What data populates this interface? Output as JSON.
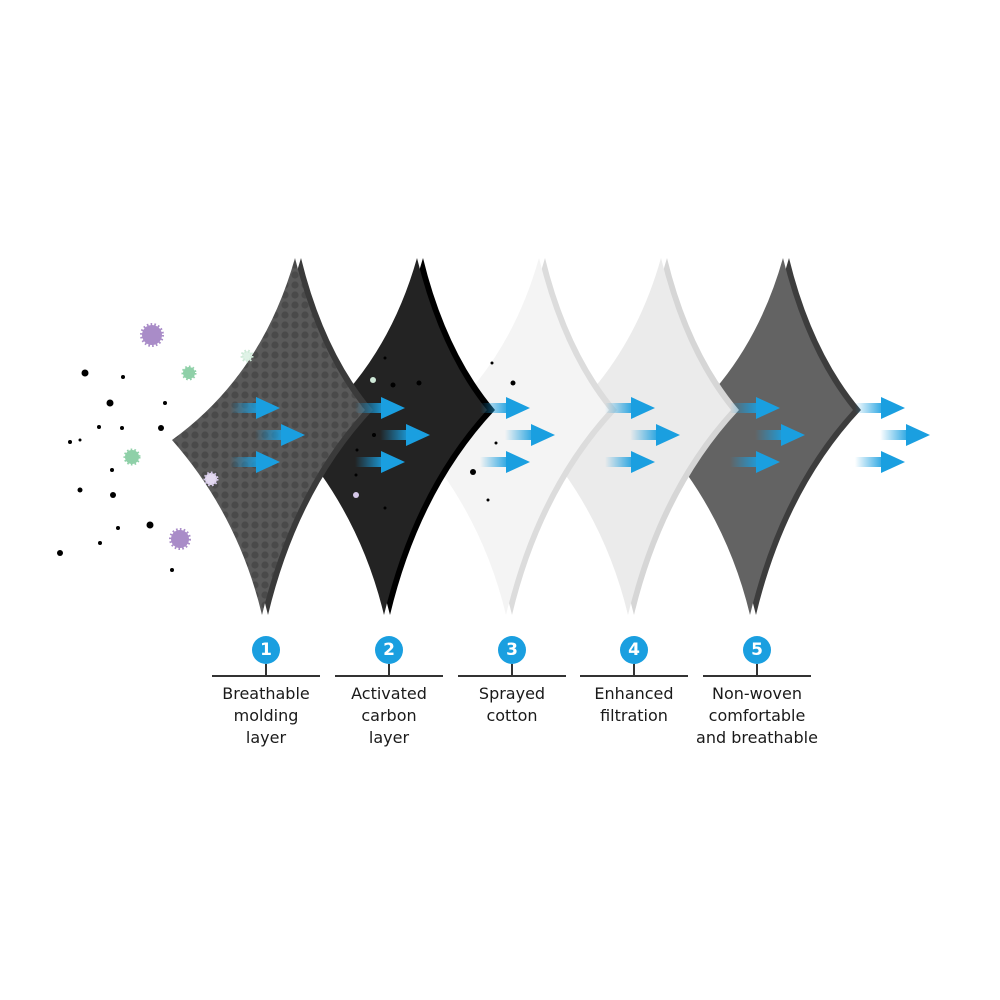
{
  "layers": [
    {
      "number": "1",
      "label": [
        "Breathable",
        "molding",
        "layer"
      ],
      "color": "#5a5a5a",
      "edge": "#3a3a3a"
    },
    {
      "number": "2",
      "label": [
        "Activated",
        "carbon",
        "layer"
      ],
      "color": "#232323",
      "edge": "#000000"
    },
    {
      "number": "3",
      "label": [
        "Sprayed",
        "cotton"
      ],
      "color": "#f4f4f4",
      "edge": "#dcdcdc"
    },
    {
      "number": "4",
      "label": [
        "Enhanced",
        "filtration"
      ],
      "color": "#ebebeb",
      "edge": "#d6d6d6"
    },
    {
      "number": "5",
      "label": [
        "Non-woven",
        "comfortable",
        "and breathable"
      ],
      "color": "#636363",
      "edge": "#3d3d3d"
    }
  ],
  "colors": {
    "accent": "#1a9fe0",
    "virus_purple": "#a98cc8",
    "virus_green": "#8fd0a8"
  }
}
